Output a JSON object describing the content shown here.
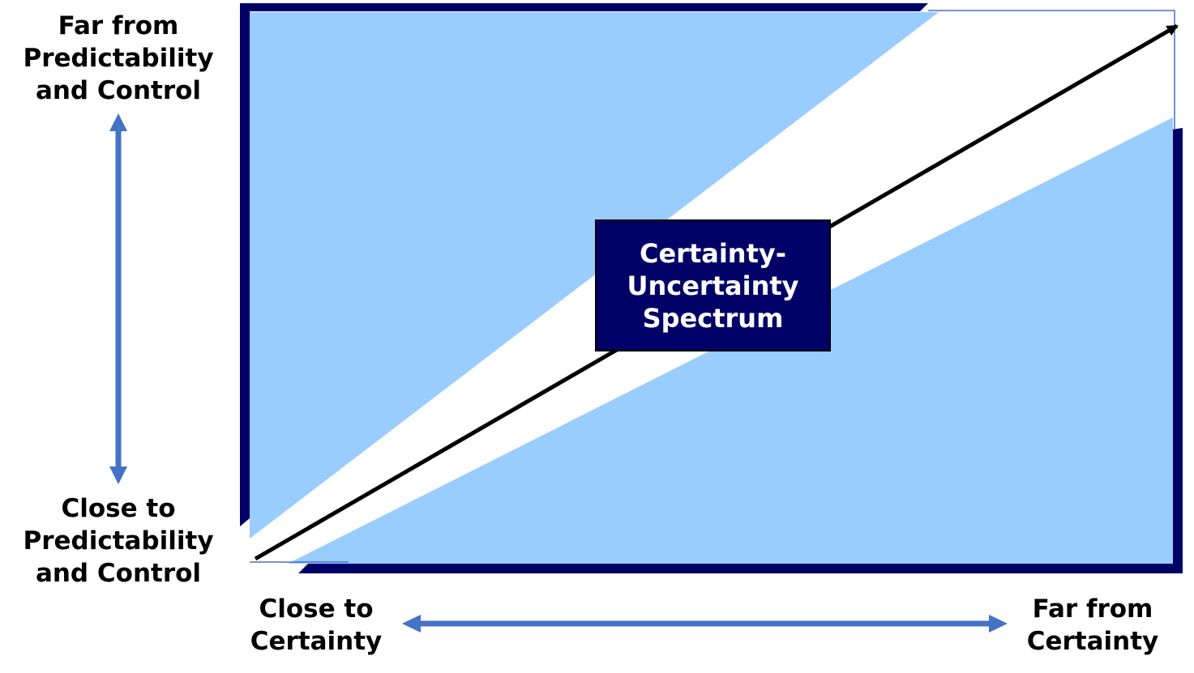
{
  "colors": {
    "frame": "#000066",
    "fill": "#99ccff",
    "axis_arrow": "#4472c4",
    "spectrum_arrow": "#000000",
    "box_background": "#000066",
    "box_text": "#ffffff"
  },
  "y_axis": {
    "top_label_lines": [
      "Far from",
      "Predictability",
      "and Control"
    ],
    "bottom_label_lines": [
      "Close to",
      "Predictability",
      "and Control"
    ]
  },
  "x_axis": {
    "left_label_lines": [
      "Close to",
      "Certainty"
    ],
    "right_label_lines": [
      "Far from",
      "Certainty"
    ]
  },
  "center_box": {
    "lines": [
      "Certainty-",
      "Uncertainty",
      "Spectrum"
    ]
  }
}
